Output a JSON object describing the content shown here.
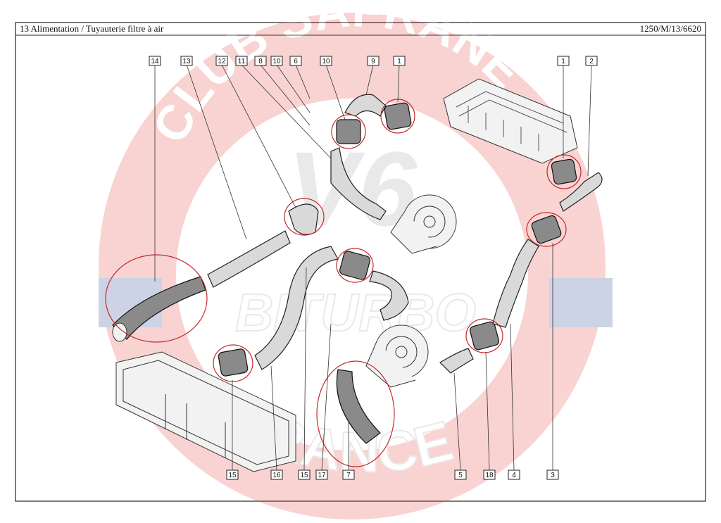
{
  "header": {
    "left_title": "13 Alimentation / Tuyauterie filtre à air",
    "right_ref": "1250/M/13/6620"
  },
  "watermark": {
    "arc_text": "CLUB SAFRANE",
    "logo_text": "V6",
    "middle_text": "BITURBO",
    "bottom_text": "FRANCE",
    "colors": {
      "red": "#e53935",
      "blue": "#1e3a8a",
      "gray": "#9e9e9e"
    }
  },
  "diagram": {
    "part_labels_top": [
      "14",
      "13",
      "12",
      "11",
      "8",
      "10",
      "6",
      "10",
      "9",
      "1",
      "1",
      "2"
    ],
    "part_labels_bottom": [
      "15",
      "16",
      "15",
      "17",
      "7",
      "5",
      "18",
      "4",
      "3"
    ]
  }
}
